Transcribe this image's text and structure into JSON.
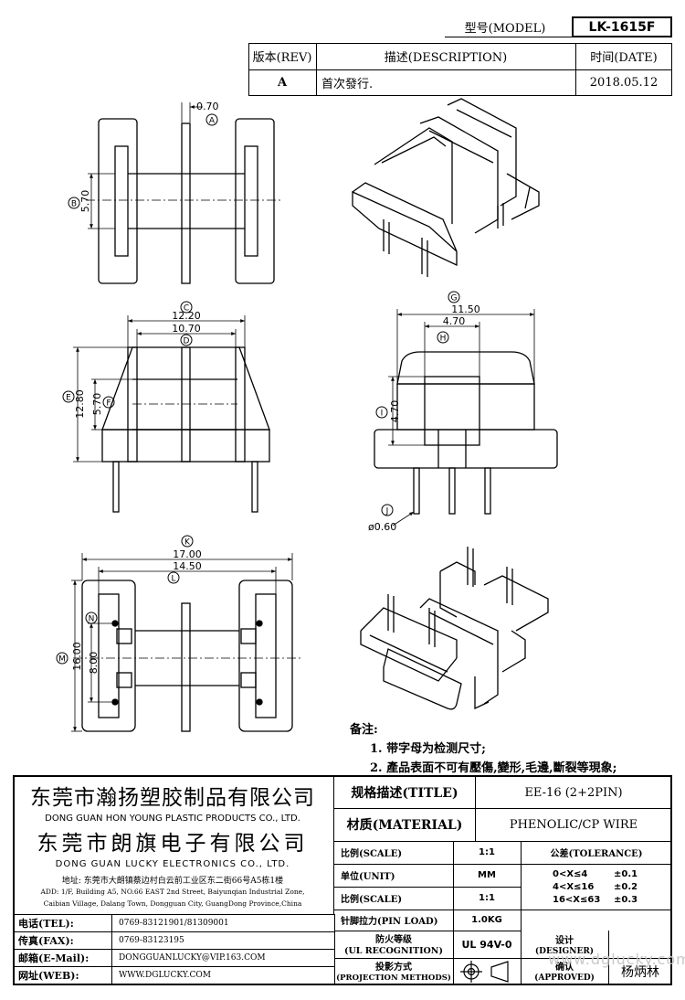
{
  "header": {
    "model_label": "型号(MODEL)",
    "model_value": "LK-1615F",
    "rev_label": "版本(REV)",
    "desc_label": "描述(DESCRIPTION)",
    "date_label": "时间(DATE)",
    "rev_value": "A",
    "desc_value": "首次發行.",
    "date_value": "2018.05.12"
  },
  "dimensions": {
    "A": "0.70",
    "B": "5.70",
    "C": "12.20",
    "D": "10.70",
    "E": "12.80",
    "F": "5.70",
    "G": "11.50",
    "H": "4.70",
    "I": "4.70",
    "J": "ø0.60",
    "K": "17.00",
    "L": "14.50",
    "M": "16.00",
    "N": "8.00"
  },
  "notes": {
    "title": "备注:",
    "line1": "1. 带字母为检测尺寸;",
    "line2": "2. 產品表面不可有壓傷,變形,毛邊,斷裂等現象;"
  },
  "company": {
    "name1_cn": "东莞市瀚扬塑胶制品有限公司",
    "name1_en": "DONG GUAN HON YOUNG PLASTIC PRODUCTS CO., LTD.",
    "name2_cn": "东莞市朗旗电子有限公司",
    "name2_en": "DONG GUAN LUCKY ELECTRONICS CO., LTD.",
    "address_cn": "地址: 东莞市大朗镇蔡边村白云前工业区东二街66号A5栋1楼",
    "address_en1": "ADD: 1/F, Building A5, NO.66 EAST 2nd Street, Baiyunqian Industrial Zone,",
    "address_en2": "Caibian Village, Dalang Town, Dongguan City, GuangDong Province,China"
  },
  "contact": {
    "tel_label": "电话(TEL):",
    "tel_value": "0769-83121901/81309001",
    "fax_label": "传真(FAX):",
    "fax_value": "0769-83123195",
    "mail_label": "邮箱(E-Mail):",
    "mail_value": "DONGGUANLUCKY@VIP.163.COM",
    "web_label": "网址(WEB):",
    "web_value": "WWW.DGLUCKY.COM"
  },
  "spec": {
    "title_label": "规格描述(TITLE)",
    "title_value": "EE-16 (2+2PIN)",
    "material_label": "材质(MATERIAL)",
    "material_value": "PHENOLIC/CP WIRE",
    "scale_label": "比例(SCALE)",
    "scale_value": "1:1",
    "tolerance_label": "公差(TOLERANCE)",
    "unit_label": "单位(UNIT)",
    "unit_value": "MM",
    "tol1_range": "0<X≤4",
    "tol1_value": "±0.1",
    "scale2_label": "比例(SCALE)",
    "scale2_value": "1:1",
    "tol2_range": "4<X≤16",
    "tol2_value": "±0.2",
    "tol3_range": "16<X≤63",
    "tol3_value": "±0.3",
    "pin_label": "针脚拉力(PIN LOAD)",
    "pin_value": "1.0KG",
    "fire_label1": "防火等级",
    "fire_label2": "(UL RECOGNITION)",
    "fire_value": "UL 94V-0",
    "proj_label1": "投影方式",
    "proj_label2": "(PROJECTION METHODS)",
    "designer_label1": "设计",
    "designer_label2": "(DESIGNER)",
    "approved_label1": "确认",
    "approved_label2": "(APPROVED)",
    "approved_value": "杨炳林",
    "watermark": "www.dglucky.com"
  }
}
